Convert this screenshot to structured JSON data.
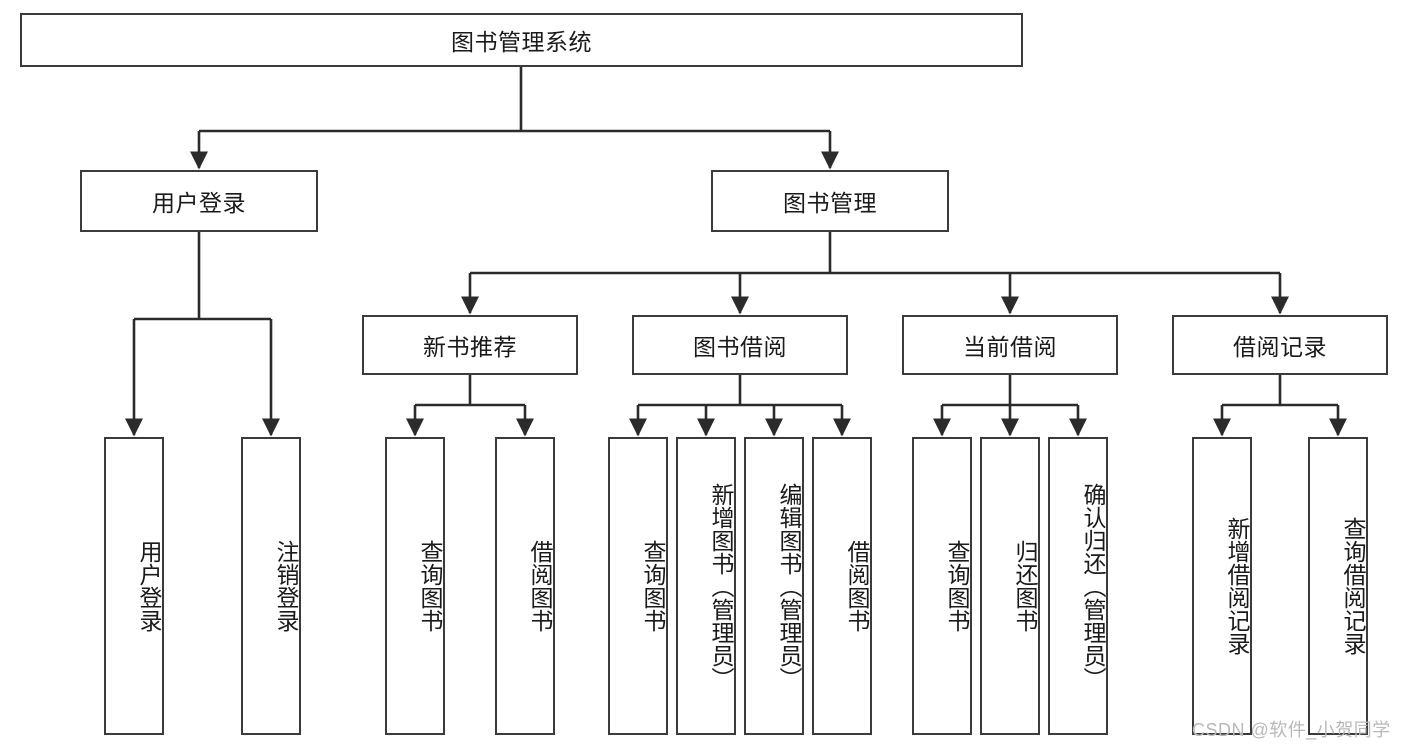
{
  "diagram": {
    "title": "图书管理系统",
    "type": "tree-hierarchy",
    "orientation": "top-down",
    "colors": {
      "background": "#ffffff",
      "node_border": "#3b3b3b",
      "node_fill": "#ffffff",
      "edge": "#2b2b2b",
      "text": "#1a1a1a",
      "watermark": "#b9b9b9"
    }
  },
  "watermark": {
    "text": "CSDN @软件_小贺同学"
  },
  "nodes": {
    "root": {
      "label": "图书管理系统"
    },
    "level2": [
      {
        "id": "user-login",
        "label": "用户登录"
      },
      {
        "id": "book-manage",
        "label": "图书管理"
      }
    ],
    "level3": [
      {
        "id": "new-book-recommend",
        "label": "新书推荐"
      },
      {
        "id": "book-borrow",
        "label": "图书借阅"
      },
      {
        "id": "current-borrow",
        "label": "当前借阅"
      },
      {
        "id": "borrow-record",
        "label": "借阅记录"
      }
    ],
    "level4": {
      "user_login": [
        {
          "id": "do-user-login",
          "label": "用户登录"
        },
        {
          "id": "user-logout",
          "label": "注销登录"
        }
      ],
      "new_book_recommend": [
        {
          "id": "query-book-1",
          "label": "查询图书"
        },
        {
          "id": "borrow-book-1",
          "label": "借阅图书"
        }
      ],
      "book_borrow": [
        {
          "id": "query-book-2",
          "label": "查询图书"
        },
        {
          "id": "add-book",
          "label": "新增图书（管理员）"
        },
        {
          "id": "edit-book",
          "label": "编辑图书（管理员）"
        },
        {
          "id": "borrow-book-2",
          "label": "借阅图书"
        }
      ],
      "current_borrow": [
        {
          "id": "query-book-3",
          "label": "查询图书"
        },
        {
          "id": "return-book",
          "label": "归还图书"
        },
        {
          "id": "confirm-return",
          "label": "确认归还（管理员）"
        }
      ],
      "borrow_record": [
        {
          "id": "add-borrow-record",
          "label": "新增借阅记录"
        },
        {
          "id": "query-borrow-record",
          "label": "查询借阅记录"
        }
      ]
    }
  }
}
